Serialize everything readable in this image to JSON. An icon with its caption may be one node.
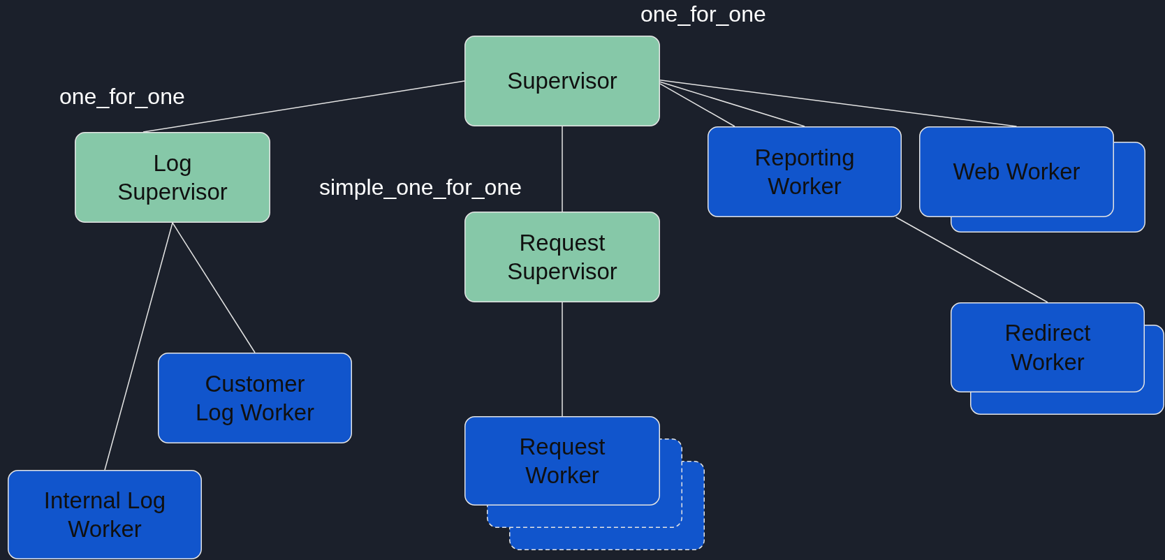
{
  "diagram": {
    "nodes": [
      {
        "text": [
          "Supervisor"
        ],
        "beside": [
          "one_for_one"
        ]
      },
      {
        "text": [
          "Log Supervisor"
        ],
        "beside": [
          "one_for_one"
        ]
      },
      {
        "text": [
          "Request Supervisor"
        ],
        "beside": [
          "simple_one_for_one"
        ]
      },
      {
        "text": [
          "Reporting Worker"
        ]
      },
      {
        "text": [
          "Web Worker"
        ]
      },
      {
        "text": [
          "Customer Log Worker"
        ]
      },
      {
        "text": [
          "Internal Log Worker"
        ]
      },
      {
        "text": [
          "Redirect Worker"
        ]
      },
      {
        "text": [
          "Request Worker"
        ]
      }
    ],
    "edges": [
      {
        "from": 0,
        "to": 1,
        "arrow": "none"
      },
      {
        "from": 0,
        "to": 2,
        "arrow": "none"
      },
      {
        "from": 0,
        "to": 3,
        "arrow": "none"
      },
      {
        "from": 0,
        "to": 3,
        "arrow": "none"
      },
      {
        "from": 0,
        "to": 4,
        "arrow": "none"
      },
      {
        "from": 3,
        "to": 7,
        "arrow": "none"
      },
      {
        "from": 1,
        "to": 5,
        "arrow": "none"
      },
      {
        "from": 1,
        "to": 6,
        "arrow": "none"
      },
      {
        "from": 2,
        "to": 8,
        "arrow": "none"
      }
    ]
  }
}
